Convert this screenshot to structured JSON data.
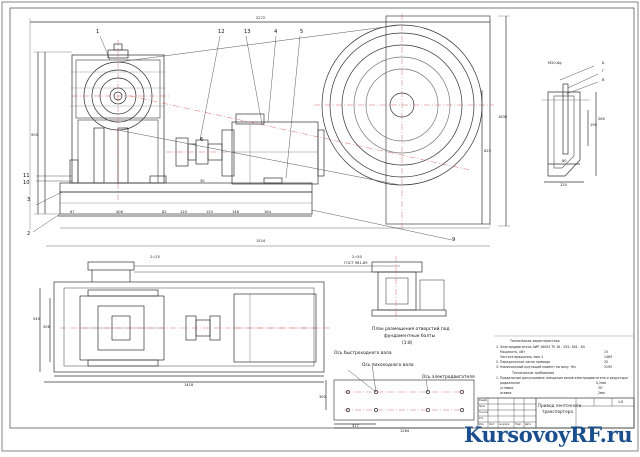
{
  "drawing": {
    "overall_dims": {
      "total_width": "2272",
      "height_left": "900",
      "height_right": "1630",
      "mid_height": "625",
      "bottom_span": "1524",
      "plan_length": "1418",
      "plan_holes_span": "1284",
      "plan_holes_offset": "317",
      "plan_holes_height": "300"
    },
    "base_dims": [
      "67",
      "406",
      "82",
      "120",
      "120",
      "148",
      "164"
    ],
    "side_dims": [
      "11",
      "10",
      "12",
      "540",
      "306",
      "30",
      "28"
    ],
    "belt_labels": [
      "2=25",
      "2=50",
      "ГОСТ 981-89"
    ],
    "detail": {
      "thread": "M20-6g",
      "letters": [
        "Б",
        "Г",
        "В"
      ],
      "dims": [
        "190",
        "260",
        "80",
        "120"
      ]
    },
    "plan_axes": {
      "fast_shaft": "Ось быстроходного вала",
      "slow_shaft": "Ось тихоходного вала",
      "motor_axis": "Ось электродвигателя"
    },
    "plan_title": [
      "План размещения отверстий под",
      "фундаментные болты",
      "(1:8)"
    ],
    "callouts": [
      "1",
      "2",
      "3",
      "4",
      "5",
      "6",
      "9",
      "10",
      "11",
      "12",
      "13"
    ],
    "tech_char": {
      "title": "Техническая характеристика",
      "lines": [
        "1. Электродвигатель АИР 160S4 ТУ 16 - 525. 564 - 84",
        "Мощность, кВт",
        "Частота вращения, мин-1",
        "2. Передаточное число привода",
        "3. Номинальный крутящий момент на валу, Нм"
      ],
      "values": [
        "15",
        "1465",
        "25",
        "3195"
      ]
    },
    "tech_req": {
      "title": "Технические требования",
      "lines": [
        "1. Предельные допускаемые смещения валов электродвигателя и редуктора",
        "радиальное",
        "угловое",
        "осевое"
      ],
      "values": [
        "0,2мм",
        "30'",
        "2мм"
      ]
    },
    "title_block": {
      "name_line1": "Привод  ленточного",
      "name_line2": "транспортера",
      "scale": "1:8",
      "small_fields": [
        "Изм",
        "Лист",
        "№ докум.",
        "Подп.",
        "Дата",
        "Разраб.",
        "Пров.",
        "Н.контр.",
        "Утв."
      ]
    }
  },
  "watermark": "KursovoyRF.ru"
}
